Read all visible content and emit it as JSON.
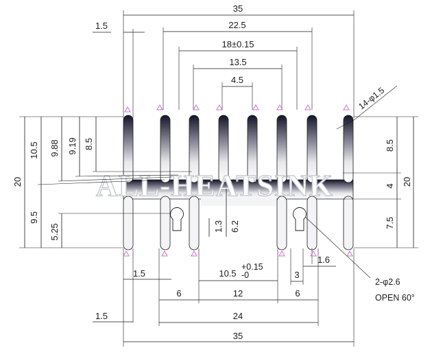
{
  "dimensions": {
    "top": {
      "overall": "35",
      "left_margin": "1.5",
      "fin_span_a": "22.5",
      "fin_span_b": "18±0.15",
      "fin_span_c": "13.5",
      "center_pitch": "4.5"
    },
    "left": {
      "overall": "20",
      "fin_height_a": "10.5",
      "fin_height_b": "9.88",
      "fin_height_c": "9.19",
      "fin_height_d": "8.5",
      "lower_a": "9.5",
      "lower_b": "5.25"
    },
    "right": {
      "overall": "20",
      "upper": "8.5",
      "base": "4",
      "lower": "7.5"
    },
    "center": {
      "slot_a": "1.3",
      "slot_b": "6.2"
    },
    "bottom": {
      "left_margin_a": "1.5",
      "slot_width": "10.5",
      "slot_tol_upper": "+0.15",
      "slot_tol_lower": "-0",
      "slot_gap": "3",
      "fin_thickness": "1.6",
      "span_6_left": "6",
      "span_12": "12",
      "span_6_right": "6",
      "left_margin_b": "1.5",
      "span_24": "24",
      "overall": "35"
    }
  },
  "notes": {
    "fin_callout": "14-φ1.5",
    "hole_callout_1": "2-φ2.6",
    "hole_callout_2": "OPEN 60°"
  },
  "watermark": "ALL-HEATSINK",
  "colors": {
    "metal_dark": "#14142a",
    "metal_light": "#f4f4f6",
    "marker": "#d070d0"
  }
}
